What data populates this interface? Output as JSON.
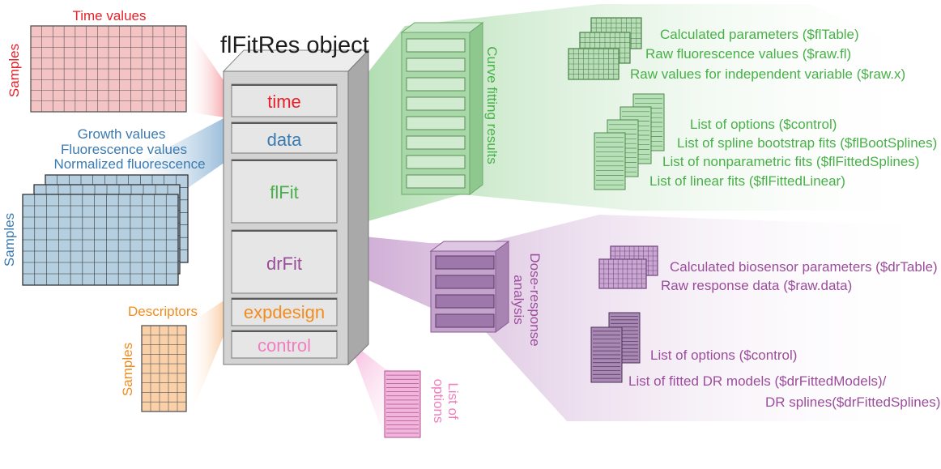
{
  "title": "flFitRes object",
  "colors": {
    "red": "#e8202a",
    "blue": "#3c7bb0",
    "green": "#48b048",
    "purple": "#9b4d9c",
    "orange": "#f28c1e",
    "pink": "#ef7fc0",
    "box": "#d3d3d3",
    "boxDark": "#9e9e9e",
    "gridRed": "#f4c3c3",
    "gridBlue": "#b5cfe0",
    "gridOrange": "#fad0a8",
    "gridGreen": "#b8dcb8",
    "gridPurple": "#c8a7d0",
    "gridPink": "#f1b5dc"
  },
  "left": {
    "time_label": "Time values",
    "samples_label": "Samples",
    "data_lines": [
      "Growth values",
      "Fluorescence values",
      "Normalized fluorescence"
    ],
    "descriptors_label": "Descriptors"
  },
  "slots": [
    {
      "label": "time",
      "color": "red"
    },
    {
      "label": "data",
      "color": "blue"
    },
    {
      "label": "flFit",
      "color": "green"
    },
    {
      "label": "drFit",
      "color": "purple"
    },
    {
      "label": "expdesign",
      "color": "orange"
    },
    {
      "label": "control",
      "color": "pink"
    }
  ],
  "curve_fitting": {
    "label": "Curve fitting results",
    "tables": [
      "Calculated parameters ($flTable)",
      "Raw fluorescence values ($raw.fl)",
      "Raw values for independent variable ($raw.x)"
    ],
    "lists": [
      "List of options ($control)",
      "List of spline bootstrap fits ($flBootSplines)",
      "List of nonparametric fits ($flFittedSplines)",
      "List of linear fits ($flFittedLinear)"
    ]
  },
  "dose_response": {
    "label_lines": [
      "Dose-response",
      "analysis"
    ],
    "tables": [
      "Calculated biosensor parameters ($drTable)",
      "Raw response data ($raw.data)"
    ],
    "lists": [
      "List of options ($control)",
      "List of fitted DR models ($drFittedModels)/",
      "DR splines($drFittedSplines)"
    ]
  },
  "control_options_lines": [
    "List of",
    "options"
  ]
}
